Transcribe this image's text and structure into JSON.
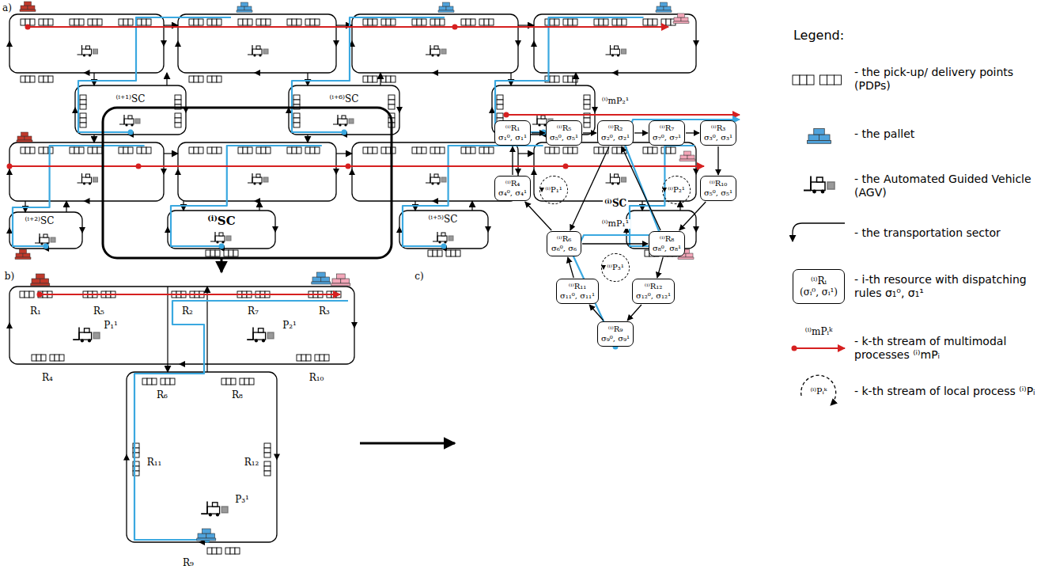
{
  "diagram": {
    "nodes": [
      {
        "text": [
          "⁽ⁱ⁾R₁",
          "σ₁⁰, σ₁¹"
        ]
      },
      {
        "text": [
          "⁽ⁱ⁾R₅",
          "σ₅⁰, σ₅¹"
        ]
      },
      {
        "text": [
          "⁽ⁱ⁾R₂",
          "σ₂⁰, σ₂¹"
        ]
      },
      {
        "text": [
          "⁽ⁱ⁾R₇",
          "σ₇⁰, σ₇¹"
        ]
      },
      {
        "text": [
          "⁽ⁱ⁾R₃",
          "σ₃⁰, σ₃¹"
        ]
      },
      {
        "text": [
          "⁽ⁱ⁾R₄",
          "σ₄⁰, σ₄¹"
        ]
      },
      {
        "text": [
          "⁽ⁱ⁾R₁₀",
          "σ₅⁰, σ₅¹"
        ]
      },
      {
        "text": [
          "⁽ⁱ⁾R₆",
          "σ₆⁰, σ₆"
        ]
      },
      {
        "text": [
          "⁽ⁱ⁾R₈",
          "σ₈⁰, σ₈¹"
        ]
      },
      {
        "text": [
          "⁽ⁱ⁾R₁₁",
          "σ₁₁⁰, σ₁₁¹"
        ]
      },
      {
        "text": [
          "⁽ⁱ⁾R₁₂",
          "σ₁₂⁰, σ₁₂¹"
        ]
      },
      {
        "text": [
          "⁽ⁱ⁾R₉",
          "σ₉⁰, σ₉¹"
        ]
      },
      {
        "text": [
          "⁽ⁱ⁾P₁¹"
        ]
      },
      {
        "text": [
          "⁽ⁱ⁾P₂¹"
        ]
      },
      {
        "text": [
          "⁽ⁱ⁾P₃¹"
        ]
      },
      {
        "text": [
          "⁽ⁱ⁾Rᵢ",
          "(σᵢ⁰, σᵢ¹)"
        ]
      }
    ],
    "edges": [
      {
        "from": 0,
        "to": 1,
        "arrow": "to"
      },
      {
        "from": 1,
        "to": 2,
        "arrow": "to"
      },
      {
        "from": 2,
        "to": 3,
        "arrow": "to"
      },
      {
        "from": 3,
        "to": 4,
        "arrow": "to"
      },
      {
        "from": 4,
        "to": 6,
        "arrow": "to"
      },
      {
        "from": 6,
        "to": 8,
        "arrow": "to"
      },
      {
        "from": 8,
        "to": 2,
        "arrow": "to"
      },
      {
        "from": 2,
        "to": 7,
        "arrow": "to"
      },
      {
        "from": 7,
        "to": 5,
        "arrow": "to"
      },
      {
        "from": 5,
        "to": 0,
        "arrow": "to"
      },
      {
        "from": 7,
        "to": 8,
        "arrow": "to"
      },
      {
        "from": 8,
        "to": 10,
        "arrow": "to"
      },
      {
        "from": 10,
        "to": 11,
        "arrow": "to"
      },
      {
        "from": 11,
        "to": 9,
        "arrow": "to"
      },
      {
        "from": 9,
        "to": 7,
        "arrow": "to"
      }
    ],
    "labels": [
      "a)",
      "⁽ⁱ⁺¹⁾SC",
      "⁽ⁱ⁺⁶⁾SC",
      "⁽ⁱ⁺²⁾SC",
      "⁽ⁱ⁾SC",
      "⁽ⁱ⁺⁵⁾SC",
      "b)",
      "R₁",
      "R₅",
      "R₂",
      "R₇",
      "R₃",
      "P₁¹",
      "P₂¹",
      "R₄",
      "R₁₀",
      "R₆",
      "R₈",
      "R₁₁",
      "R₁₂",
      "P₃¹",
      "R₉",
      "c)",
      "⁽ⁱ⁾mP₂¹",
      "⁽ⁱ⁾SC",
      "⁽ⁱ⁾mP₁¹",
      "Legend:",
      "⁽ⁱ⁾mPᵢᵏ",
      "⁽ⁱ⁾Pᵢᵏ"
    ],
    "legend": [
      {
        "text": "- the pick-up/ delivery points (PDPs)"
      },
      {
        "text": "- the pallet"
      },
      {
        "text": "- the Automated Guided Vehicle (AGV)"
      },
      {
        "text": "- the transportation sector"
      },
      {
        "text": "- i-th resource with dispatching rules σ₁⁰, σ₁¹"
      },
      {
        "text": "- k-th stream of multimodal processes ⁽ⁱ⁾mPᵢ"
      },
      {
        "text": "- k-th stream of local process ⁽ⁱ⁾Pᵢ"
      }
    ]
  }
}
